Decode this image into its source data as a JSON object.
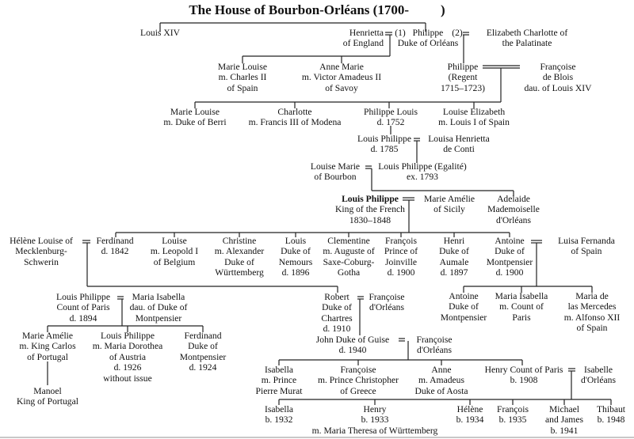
{
  "title": {
    "main": "The House of Bourbon-Orléans (1700-",
    "tail": ")"
  },
  "people": {
    "louis14": [
      "Louis XIV"
    ],
    "henrietta": [
      "Henrietta",
      "of England"
    ],
    "m1": "(1)",
    "philippe": [
      "Philippe",
      "Duke of Orléans"
    ],
    "m2": "(2)",
    "elizabeth": [
      "Elizabeth Charlotte of",
      "the Palatinate"
    ],
    "marielouise1": [
      "Marie Louise",
      "m. Charles II",
      "of Spain"
    ],
    "annemarie": [
      "Anne Marie",
      "m. Victor Amadeus II",
      "of Savoy"
    ],
    "regent": [
      "Philippe",
      "(Regent",
      "1715–1723)"
    ],
    "francoise_blois": [
      "Françoise",
      "de Blois",
      "dau. of Louis XIV"
    ],
    "marielouise2": [
      "Marie Louise",
      "m. Duke of Berri"
    ],
    "charlotte": [
      "Charlotte",
      "m. Francis III of Modena"
    ],
    "philippelouis": [
      "Philippe Louis",
      "d. 1752"
    ],
    "louiseelizabeth": [
      "Louise Elizabeth",
      "m. Louis I of Spain"
    ],
    "louisphilippe1785": [
      "Louis Philippe",
      "d. 1785"
    ],
    "louisa": [
      "Louisa Henrietta",
      "de Conti"
    ],
    "louisemarie": [
      "Louise Marie",
      "of Bourbon"
    ],
    "egalite": [
      "Louis Philippe (Egalité)",
      "ex. 1793"
    ],
    "king": [
      "Louis Philippe",
      "King of the French",
      "1830–1848"
    ],
    "marieamelie_sicily": [
      "Marie Amélie",
      "of Sicily"
    ],
    "adelaide": [
      "Adelaide",
      "Mademoiselle",
      "d'Orléans"
    ],
    "helene": [
      "Hélène Louise of",
      "Mecklenburg-",
      "Schwerin"
    ],
    "ferdinand": [
      "Ferdinand",
      "d. 1842"
    ],
    "louise_belgium": [
      "Louise",
      "m. Leopold I",
      "of Belgium"
    ],
    "christine": [
      "Christine",
      "m. Alexander",
      "Duke of",
      "Württemberg"
    ],
    "nemours": [
      "Louis",
      "Duke of",
      "Nemours",
      "d. 1896"
    ],
    "clementine": [
      "Clementine",
      "m. Auguste of",
      "Saxe-Coburg-",
      "Gotha"
    ],
    "joinville": [
      "François",
      "Prince of",
      "Joinville",
      "d. 1900"
    ],
    "aumale": [
      "Henri",
      "Duke of",
      "Aumale",
      "d. 1897"
    ],
    "antoine": [
      "Antoine",
      "Duke of",
      "Montpensier",
      "d. 1900"
    ],
    "luisa": [
      "Luisa Fernanda",
      "of Spain"
    ],
    "countparis1894": [
      "Louis Philippe",
      "Count of Paris",
      "d. 1894"
    ],
    "mariaisabella": [
      "Maria Isabella",
      "dau. of Duke of",
      "Montpensier"
    ],
    "robert": [
      "Robert",
      "Duke of",
      "Chartres",
      "d. 1910"
    ],
    "francoise_orl1": [
      "Françoise",
      "d'Orléans"
    ],
    "antoine2": [
      "Antoine",
      "Duke of",
      "Montpensier"
    ],
    "mariaisabella2": [
      "Maria Isabella",
      "m. Count of",
      "Paris"
    ],
    "mercedes": [
      "Maria de",
      "las Mercedes",
      "m. Alfonso XII",
      "of Spain"
    ],
    "marieamelie_portugal": [
      "Marie Amélie",
      "m. King Carlos",
      "of Portugal"
    ],
    "louisphilippe1926": [
      "Louis Philippe",
      "m. Maria Dorothea",
      "of Austria",
      "d. 1926",
      "without issue"
    ],
    "ferdinand1924": [
      "Ferdinand",
      "Duke of",
      "Montpensier",
      "d. 1924"
    ],
    "guise": [
      "John Duke of Guise",
      "d. 1940"
    ],
    "francoise_orl2": [
      "Françoise",
      "d'Orléans"
    ],
    "manoel": [
      "Manoel",
      "King of Portugal"
    ],
    "isabella_murat": [
      "Isabella",
      "m. Prince",
      "Pierre Murat"
    ],
    "francoise_greece": [
      "Françoise",
      "m. Prince Christopher",
      "of Greece"
    ],
    "anne_aosta": [
      "Anne",
      "m. Amadeus",
      "Duke of Aosta"
    ],
    "henry1908": [
      "Henry Count of Paris",
      "b. 1908"
    ],
    "isabelle": [
      "Isabelle",
      "d'Orléans"
    ],
    "isabella1932": [
      "Isabella",
      "b. 1932"
    ],
    "henry1933": [
      "Henry",
      "b. 1933",
      "m. Maria Theresa of Württemberg"
    ],
    "helene1934": [
      "Hélène",
      "b. 1934"
    ],
    "francois1935": [
      "François",
      "b. 1935"
    ],
    "michael": [
      "Michael",
      "and James",
      "b. 1941"
    ],
    "thibaut": [
      "Thibaut",
      "b. 1948"
    ]
  }
}
